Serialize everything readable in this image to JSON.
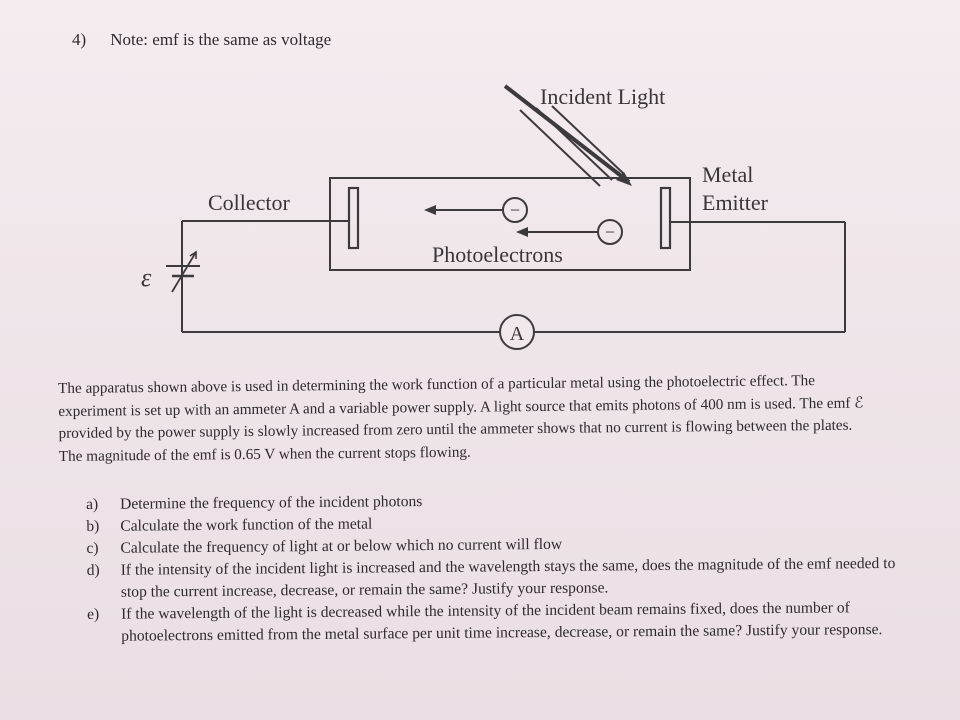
{
  "problem": {
    "number": "4)",
    "note": "Note: emf is the same as voltage"
  },
  "diagram": {
    "incident_light_label": "Incident Light",
    "collector_label": "Collector",
    "metal_label": "Metal",
    "emitter_label": "Emitter",
    "photoelectrons_label": "Photoelectrons",
    "emf_symbol": "ε",
    "ammeter_label": "A",
    "electron_symbol": "−"
  },
  "description": "The apparatus shown above is used in determining the work function of a particular metal using the photoelectric effect. The experiment is set up with an ammeter A and a variable power supply. A light source that emits photons of 400 nm is used. The emf ℰ provided by the power supply is slowly increased from zero until the ammeter shows that no current is flowing between the plates. The magnitude of the emf is 0.65 V when the current stops flowing.",
  "questions": [
    {
      "mark": "a)",
      "text": "Determine the frequency of the incident photons"
    },
    {
      "mark": "b)",
      "text": "Calculate the work function of the metal"
    },
    {
      "mark": "c)",
      "text": "Calculate the frequency of light at or below which no current will flow"
    },
    {
      "mark": "d)",
      "text": "If the intensity of the incident light is increased and the wavelength stays the same, does the magnitude of the emf needed to stop the current increase, decrease, or remain the same? Justify your response."
    },
    {
      "mark": "e)",
      "text": "If the wavelength of the light is decreased while the intensity of the incident beam remains fixed, does the number of photoelectrons emitted from the metal surface per unit time increase, decrease, or remain the same? Justify your response."
    }
  ]
}
